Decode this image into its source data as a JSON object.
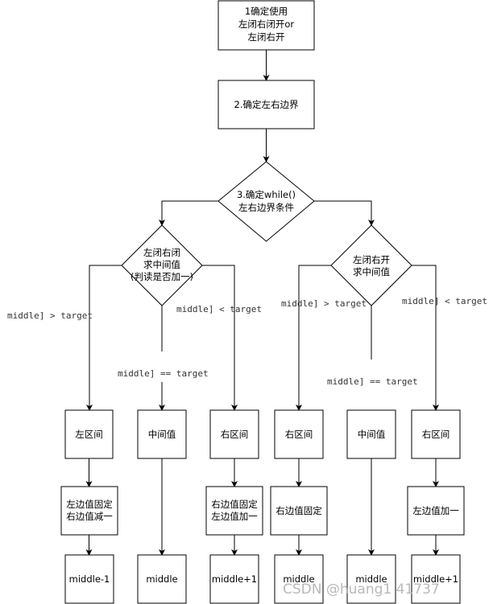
{
  "diagram": {
    "step1": [
      "1确定使用",
      "左闭右闭开or",
      "左闭右开"
    ],
    "step2": "2.确定左右边界",
    "step3": [
      "3.确定while()",
      "左右边界条件"
    ],
    "left_decision": [
      "左闭右闭",
      "求中间值",
      "(判读是否加一)"
    ],
    "right_decision": [
      "左闭右开",
      "求中间值"
    ],
    "conditions": {
      "gt": "middle] > target",
      "lt": "middle] < target",
      "eq": "middle] == target"
    },
    "columns": [
      {
        "section": "左区间",
        "action": [
          "左边值固定",
          "右边值减一"
        ],
        "result": "middle-1"
      },
      {
        "section": "中间值",
        "action": [],
        "result": "middle"
      },
      {
        "section": "右区间",
        "action": [
          "右边值固定",
          "左边值加一"
        ],
        "result": "middle+1"
      },
      {
        "section": "右区间",
        "action": [
          "右边值固定"
        ],
        "result": "middle"
      },
      {
        "section": "中间值",
        "action": [],
        "result": "middle"
      },
      {
        "section": "右区间",
        "action": [
          "左边值加一"
        ],
        "result": "middle+1"
      }
    ],
    "watermark": "CSDN @huang1 41737"
  }
}
